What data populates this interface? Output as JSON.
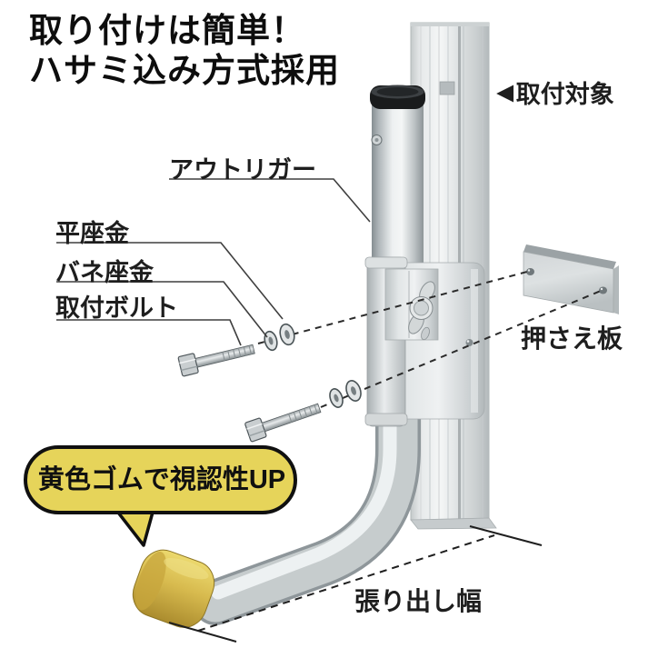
{
  "headline": {
    "line1": "取り付けは簡単！",
    "line2": "ハサミ込み方式採用"
  },
  "labels": {
    "outrigger": "アウトリガー",
    "flat_washer": "平座金",
    "spring_washer": "バネ座金",
    "mounting_bolt": "取付ボルト",
    "mounting_target_marker": "◀",
    "mounting_target": "取付対象",
    "pressing_plate": "押さえ板",
    "overhang_width": "張り出し幅"
  },
  "callout": {
    "text": "黄色ゴムで視認性UP"
  },
  "colors": {
    "callout_yellow": "#e6d45a",
    "rubber_cap_yellow": "#d8ba4a",
    "metal_light": "#eef1f2",
    "metal_mid": "#c6cccd",
    "metal_dark": "#8e969a",
    "outline_black": "#101010",
    "text_black": "#111111"
  }
}
